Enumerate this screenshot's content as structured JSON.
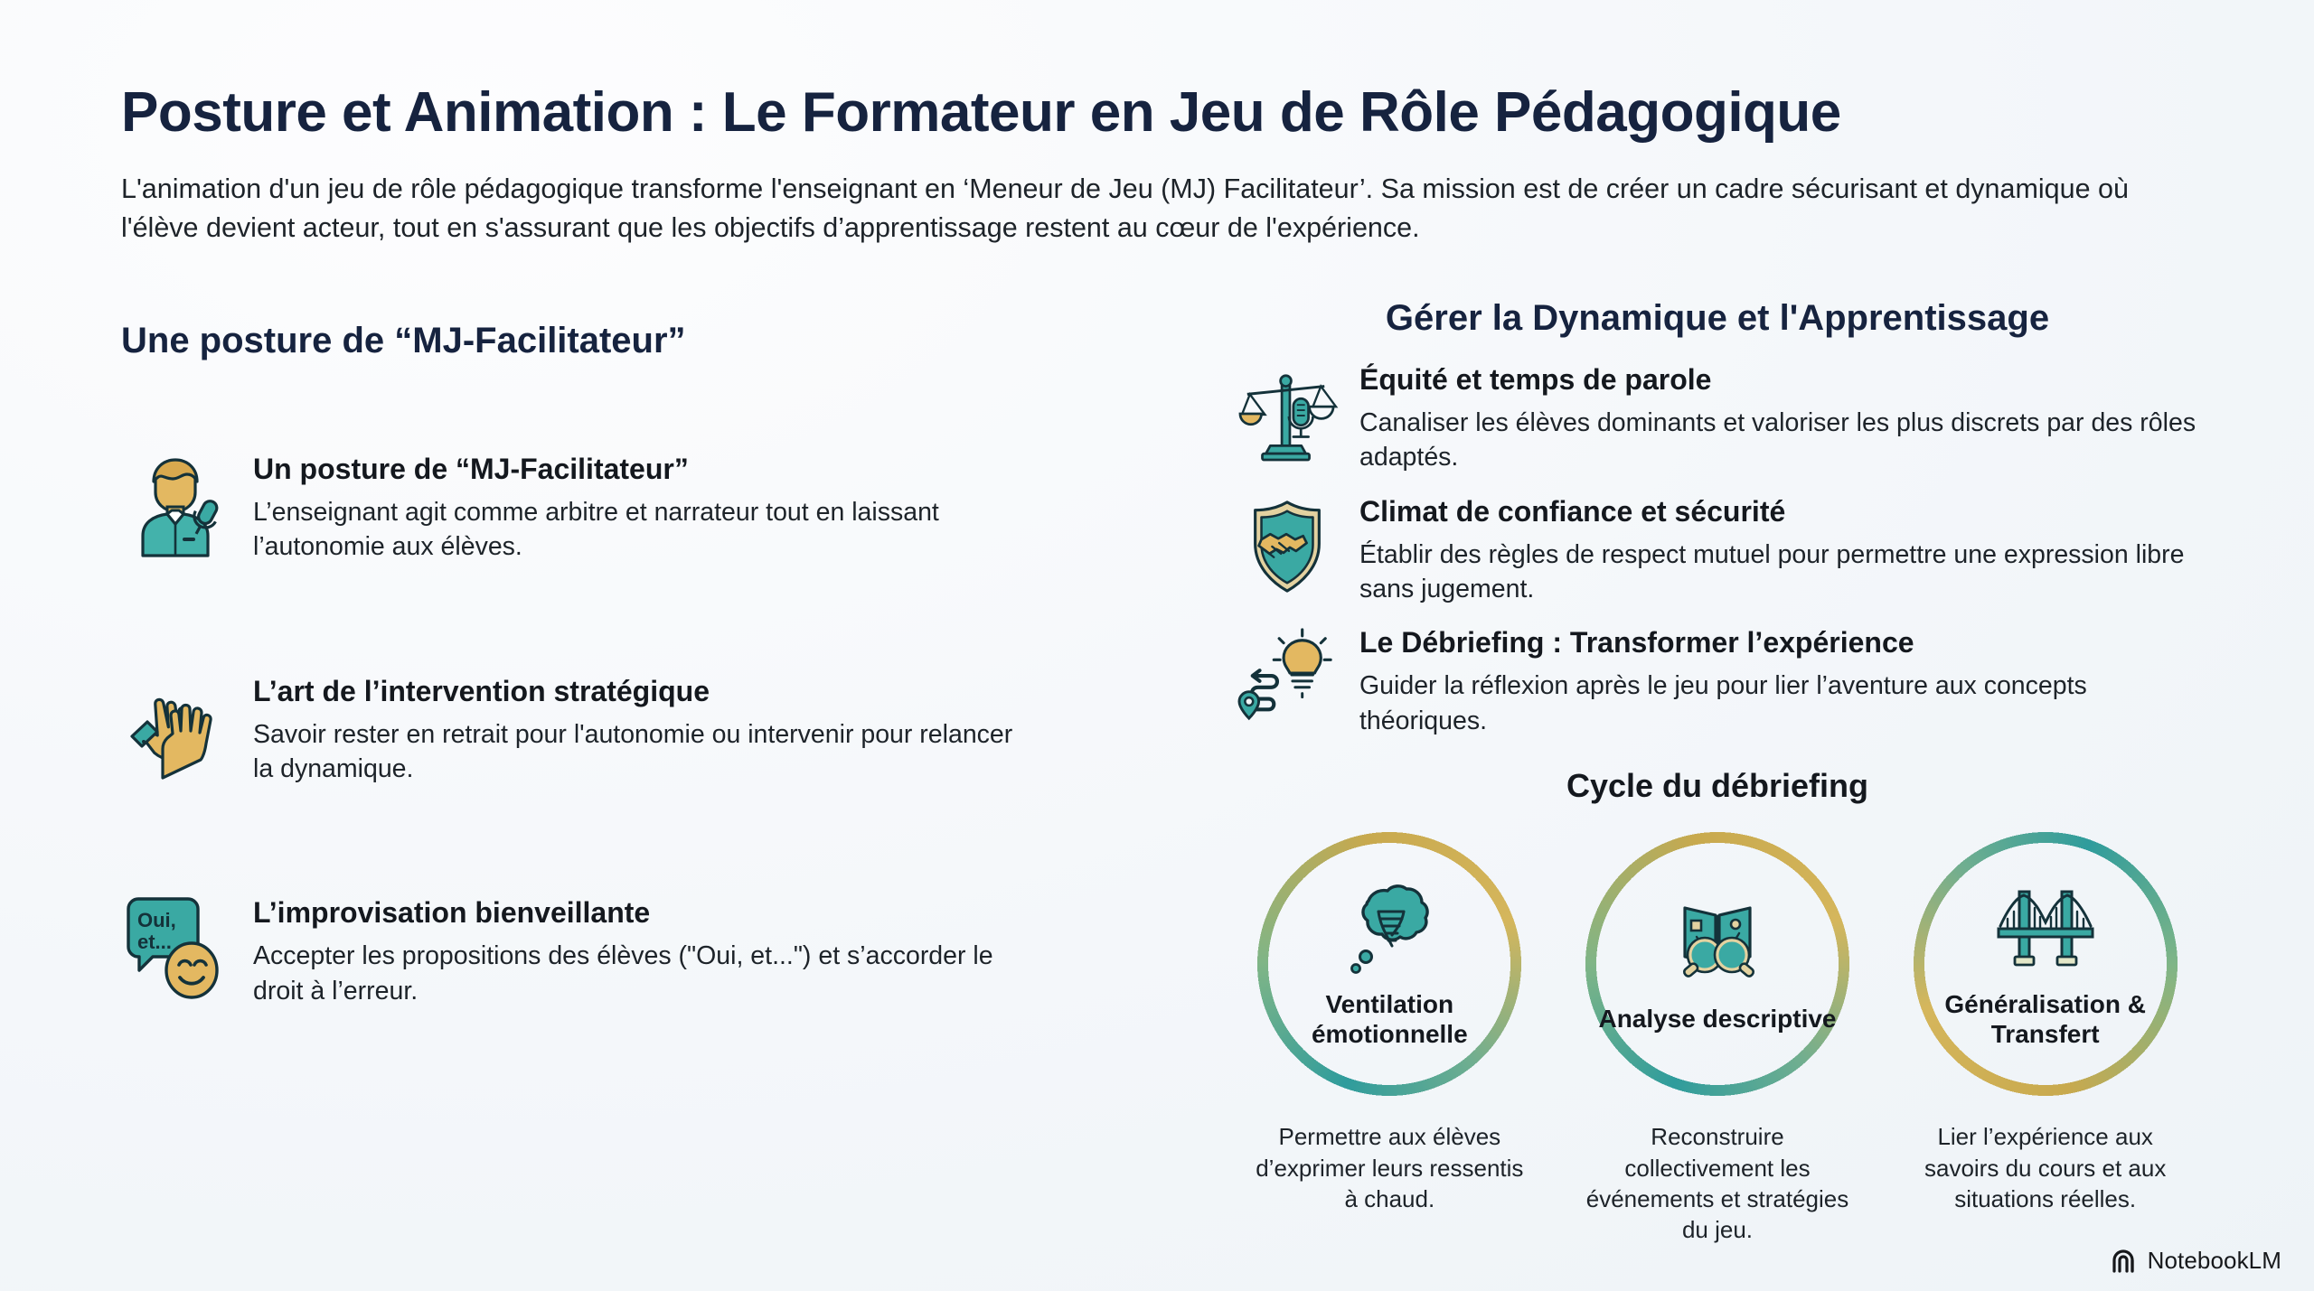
{
  "header": {
    "title": "Posture et Animation : Le Formateur en Jeu de Rôle Pédagogique",
    "intro": "L'animation d'un jeu de rôle pédagogique transforme l'enseignant en ‘Meneur de Jeu (MJ) Facilitateur’. Sa mission est de créer un cadre sécurisant et dynamique où l'élève devient acteur, tout en s'assurant que les objectifs d’apprentissage restent au cœur de l'expérience."
  },
  "left_column": {
    "section_title": "Une posture de “MJ-Facilitateur”",
    "items": [
      {
        "icon": "teacher-microphone-icon",
        "title": "Un posture de “MJ-Facilitateur”",
        "desc": "L’enseignant agit comme arbitre et narrateur tout en laissant l’autonomie aux élèves."
      },
      {
        "icon": "open-hands-icon",
        "title": "L’art de l’intervention stratégique",
        "desc": "Savoir rester en retrait pour l'autonomie ou intervenir pour relancer la dynamique."
      },
      {
        "icon": "speech-bubble-smiley-icon",
        "title": "L’improvisation bienveillante",
        "desc": "Accepter les propositions des élèves (\"Oui, et...\") et s’accorder le droit à l’erreur.",
        "bubble_line1": "Oui,",
        "bubble_line2": "et..."
      }
    ]
  },
  "right_column": {
    "section_title": "Gérer la Dynamique et l'Apprentissage",
    "items": [
      {
        "icon": "balance-scale-microphone-icon",
        "title": "Équité et temps de parole",
        "desc": "Canaliser les élèves dominants et valoriser les plus discrets par des rôles adaptés."
      },
      {
        "icon": "shield-handshake-icon",
        "title": "Climat de confiance et sécurité",
        "desc": "Établir des règles de respect mutuel pour permettre une expression libre sans jugement."
      },
      {
        "icon": "path-lightbulb-icon",
        "title": "Le Débriefing : Transformer l’expérience",
        "desc": "Guider la réflexion après le jeu pour lier l’aventure aux concepts théoriques."
      }
    ],
    "cycle": {
      "title": "Cycle du débriefing",
      "steps": [
        {
          "icon": "thought-cloud-tornado-icon",
          "label": "Ventilation émotionnelle",
          "caption": "Permettre aux élèves d’exprimer leurs ressentis à chaud.",
          "ring_from": "#c8a94e",
          "ring_to": "#2f9c9c"
        },
        {
          "icon": "map-magnifiers-icon",
          "label": "Analyse descriptive",
          "caption": "Reconstruire collectivement les événements et stratégies du jeu.",
          "ring_from": "#c8a94e",
          "ring_to": "#2f9c9c"
        },
        {
          "icon": "suspension-bridge-icon",
          "label": "Généralisation & Transfert",
          "caption": "Lier l’expérience aux savoirs du cours et aux situations réelles.",
          "ring_from": "#2f9c9c",
          "ring_to": "#c8a94e"
        }
      ]
    }
  },
  "footer": {
    "brand_icon": "notebooklm-spiral-icon",
    "brand": "NotebookLM"
  },
  "colors": {
    "title_navy": "#16233f",
    "body_text": "#1d2329",
    "teal": "#3aa9a3",
    "teal_dark": "#14323a",
    "gold": "#e0b85f",
    "gold_light": "#efd79b",
    "background": "#f4f7fa"
  }
}
